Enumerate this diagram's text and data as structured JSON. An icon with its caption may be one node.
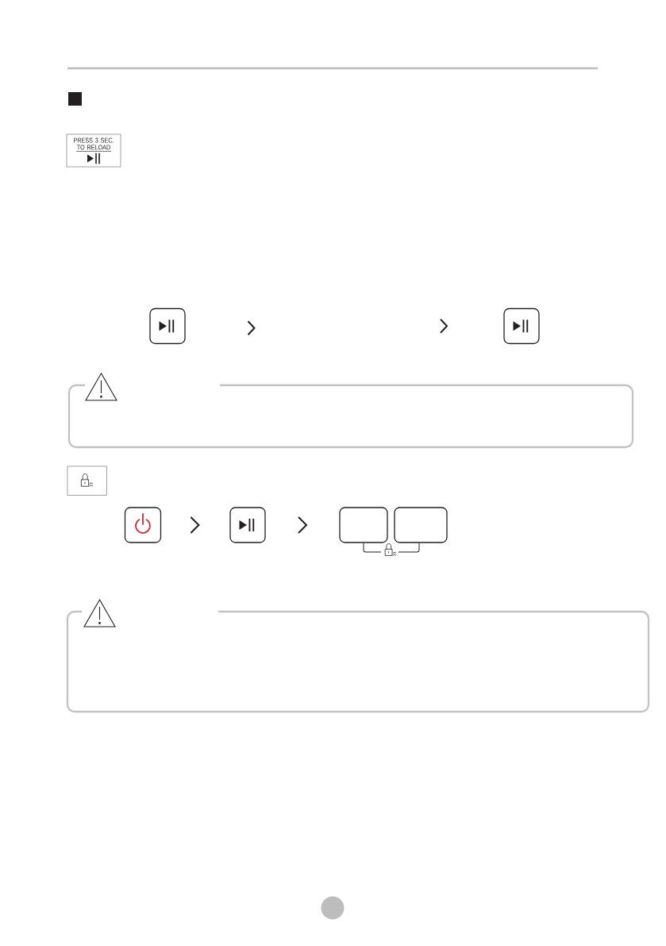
{
  "diagram": {
    "nodes": [
      {
        "text": [
          "PRESS 3 SEC. TO RELOAD"
        ]
      },
      {
        "text": [],
        "shape": "box"
      },
      {
        "text": [],
        "shape": "box"
      },
      {
        "text": [],
        "shape": "box"
      },
      {
        "text": [],
        "shape": "box"
      },
      {
        "text": [],
        "shape": "box"
      },
      {
        "text": [],
        "shape": "box"
      }
    ],
    "edges": [
      {
        "from": 3,
        "to": 4,
        "arrow": "to"
      },
      {
        "from": 4,
        "to": 5,
        "arrow": "to"
      }
    ]
  }
}
